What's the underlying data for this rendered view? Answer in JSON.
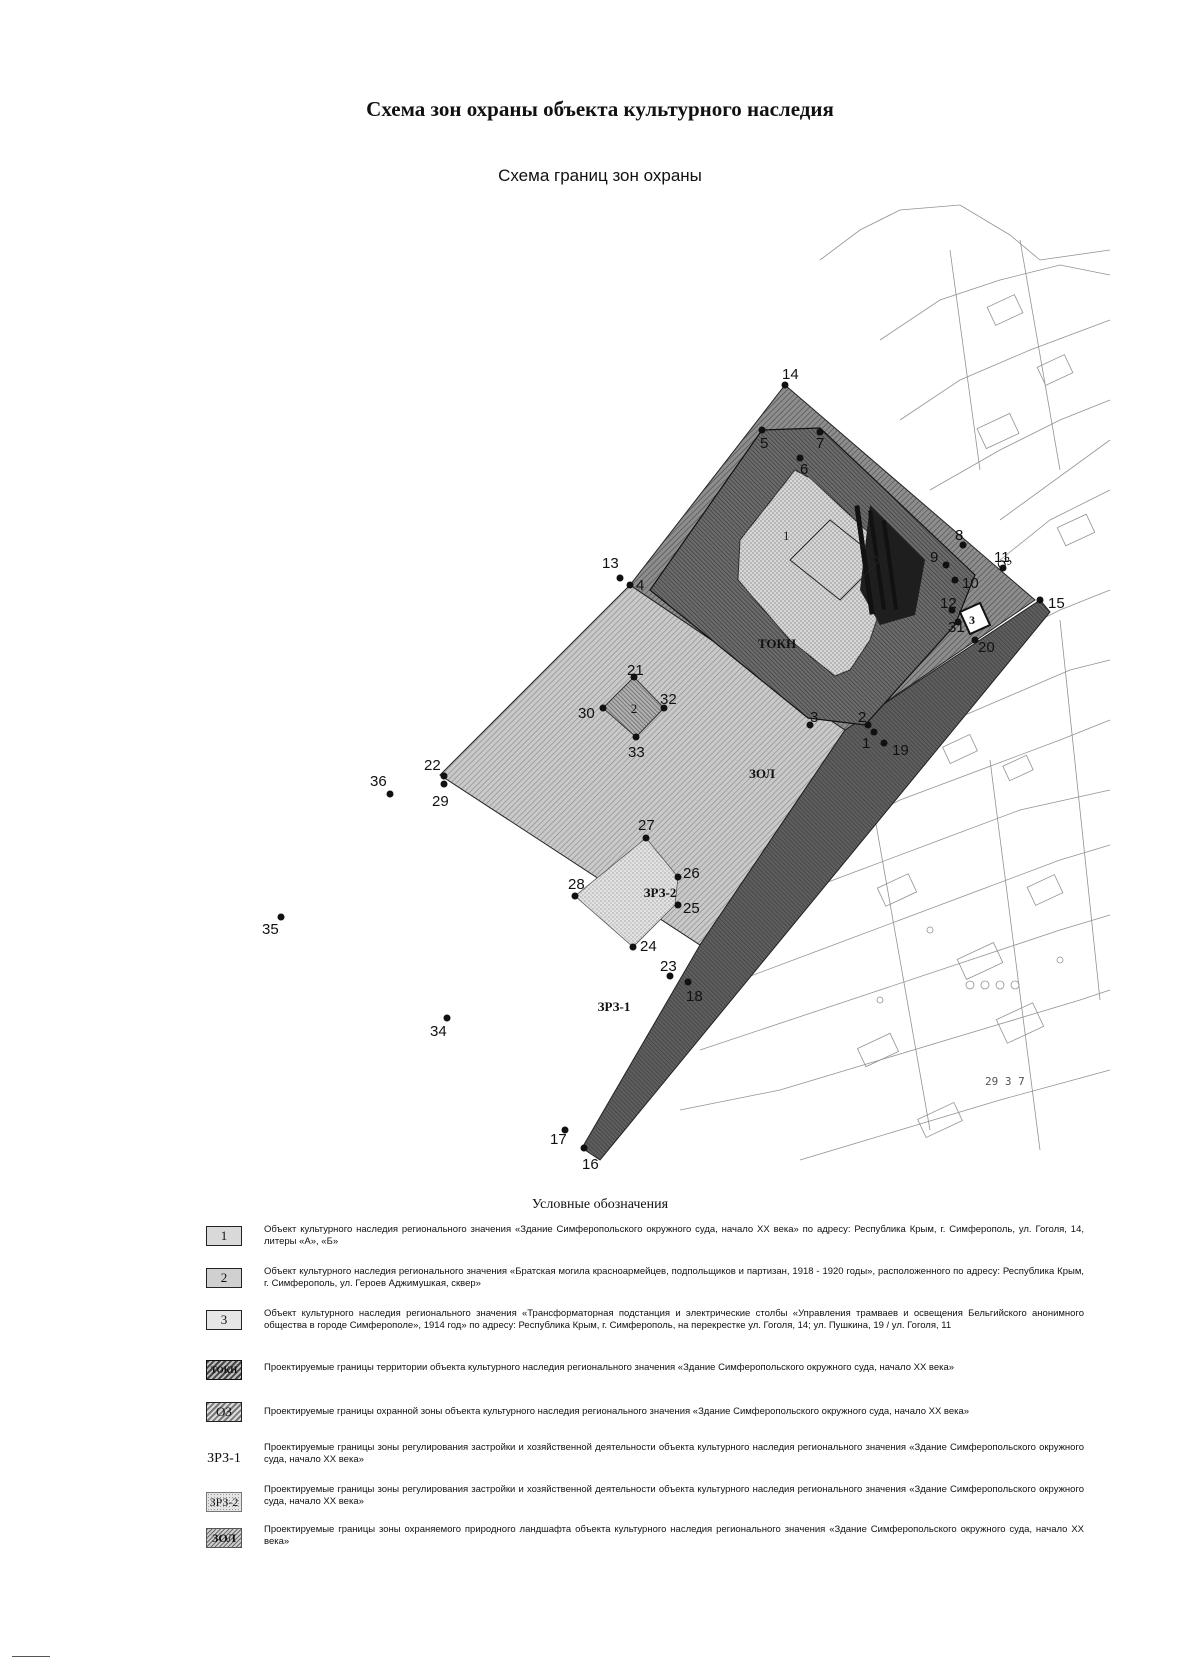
{
  "title": "Схема зон охраны объекта культурного наследия",
  "subtitle": "Схема границ зон охраны",
  "map": {
    "zone_labels": {
      "tokn": "ТОКН",
      "zol": "ЗОЛ",
      "zrz1": "ЗРЗ-1",
      "zrz2": "ЗРЗ-2",
      "oz": "ОЗ",
      "obj1": "1",
      "obj2": "2",
      "obj3": "3",
      "basemap_number": "29 3 7"
    },
    "points": [
      "1",
      "2",
      "3",
      "4",
      "5",
      "6",
      "7",
      "8",
      "9",
      "10",
      "11",
      "12",
      "13",
      "14",
      "15",
      "16",
      "17",
      "18",
      "19",
      "20",
      "21",
      "22",
      "23",
      "24",
      "25",
      "26",
      "27",
      "28",
      "29",
      "30",
      "31",
      "32",
      "33",
      "34",
      "35",
      "36"
    ],
    "colors": {
      "zol_fill": "#c9c9c9",
      "tokn_fill": "#8d8d8d",
      "zrz_fill": "#5f5f5f",
      "zrz2_fill": "#e2e2e2",
      "ink": "#111111"
    }
  },
  "legend": {
    "heading": "Условные обозначения",
    "items": [
      {
        "swatch": "1",
        "text": "Объект культурного наследия регионального значения «Здание Симферопольского окружного суда, начало XX века» по адресу: Республика Крым, г. Симферополь, ул. Гоголя, 14, литеры «А», «Б»"
      },
      {
        "swatch": "2",
        "text": "Объект культурного наследия регионального значения «Братская могила красноармейцев, подпольщиков и партизан, 1918 - 1920 годы», расположенного по адресу: Республика Крым, г. Симферополь, ул. Героев Аджимушкая, сквер»"
      },
      {
        "swatch": "3",
        "text": "Объект культурного наследия регионального значения «Трансформаторная подстанция и электрические столбы «Управления трамваев и освещения Бельгийского анонимного общества в городе Симферополе», 1914 год» по адресу: Республика Крым, г. Симферополь, на перекрестке ул. Гоголя, 14; ул. Пушкина, 19 / ул. Гоголя, 11"
      },
      {
        "swatch": "ТОКН",
        "text": "Проектируемые границы территории объекта культурного наследия регионального значения «Здание Симферопольского окружного суда, начало XX века»"
      },
      {
        "swatch": "ОЗ",
        "text": "Проектируемые границы охранной зоны объекта культурного наследия регионального значения «Здание Симферопольского окружного суда, начало XX века»"
      },
      {
        "swatch": "ЗРЗ-1",
        "text": "Проектируемые границы зоны регулирования застройки и хозяйственной деятельности объекта культурного наследия регионального значения «Здание Симферопольского окружного суда, начало XX века»"
      },
      {
        "swatch": "ЗРЗ-2",
        "text": "Проектируемые границы зоны регулирования застройки и хозяйственной деятельности объекта культурного наследия регионального значения «Здание Симферопольского окружного суда, начало XX века»"
      },
      {
        "swatch": "ЗОЛ",
        "text": "Проектируемые границы зоны охраняемого природного ландшафта объекта культурного наследия регионального значения «Здание Симферопольского окружного суда, начало XX века»"
      }
    ]
  }
}
